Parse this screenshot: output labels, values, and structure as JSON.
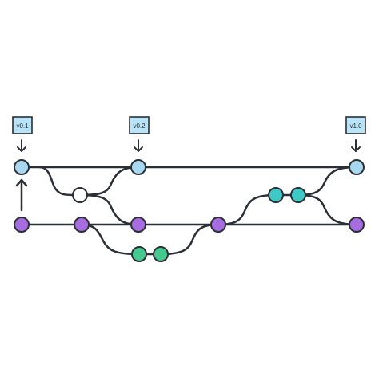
{
  "colors": {
    "stroke": "#2b2f36",
    "main_commit": "#a8d8f0",
    "develop_commit": "#a66ce0",
    "feature_green_commit": "#44c98f",
    "feature_teal_commit": "#3ec9c6",
    "hotfix_commit": "#ffffff",
    "tag_fill": "#b9e4f6"
  },
  "tags": [
    {
      "label": "v0.1"
    },
    {
      "label": "v0.2"
    },
    {
      "label": "v1.0"
    }
  ]
}
